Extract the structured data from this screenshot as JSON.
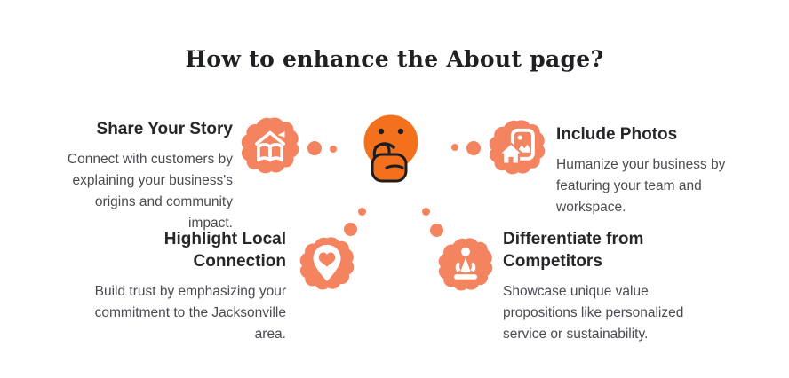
{
  "title": "How to enhance the About page?",
  "colors": {
    "face_orange": "#F3701D",
    "blob_salmon": "#F4845F",
    "title_text": "#1F2024",
    "heading_text": "#26262B",
    "body_text": "#4B4B53",
    "icon_white": "#FFFFFF",
    "background": "#FFFFFF"
  },
  "center": {
    "emoji": "thinking-face"
  },
  "sections": [
    {
      "id": "share-your-story",
      "heading": "Share Your Story",
      "body": "Connect with customers by explaining your business's origins and community impact.",
      "icon": "house-open-book-icon"
    },
    {
      "id": "include-photos",
      "heading": "Include Photos",
      "body": "Humanize your business by featuring your team and workspace.",
      "icon": "photo-frame-house-icon"
    },
    {
      "id": "highlight-local-connection",
      "heading": "Highlight Local Connection",
      "body": "Build trust by emphasizing your commitment to the Jacksonville area.",
      "icon": "location-pin-heart-icon"
    },
    {
      "id": "differentiate-from-competitors",
      "heading": "Differentiate from Competitors",
      "body": "Showcase unique value propositions like personalized service or sustainability.",
      "icon": "pawn-figure-icon"
    }
  ]
}
